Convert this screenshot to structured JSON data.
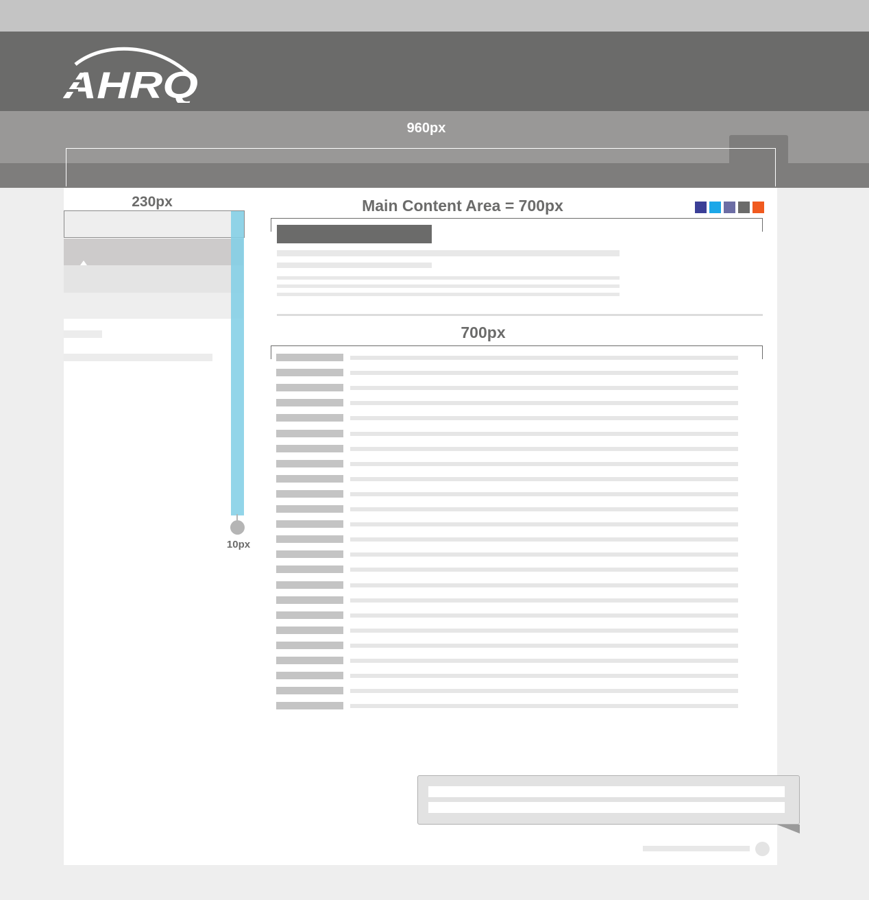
{
  "header": {
    "logo_text": "AHRQ",
    "header_color": "#6b6b6a",
    "topbar_color": "#c4c4c4"
  },
  "dimensions": {
    "page_width_label": "960px",
    "sidebar_width_label": "230px",
    "main_content_label": "Main Content Area = 700px",
    "table_width_label": "700px",
    "gutter_label": "10px"
  },
  "colors": {
    "gutter": "#83cfe6",
    "social": [
      "#3b3f97",
      "#1ca7e8",
      "#6c6da4",
      "#6b6b6a",
      "#f05a1f"
    ]
  },
  "social_icons": [
    "share-icon-1",
    "share-icon-2",
    "share-icon-3",
    "share-icon-4",
    "share-icon-5"
  ],
  "table": {
    "row_count": 24
  }
}
